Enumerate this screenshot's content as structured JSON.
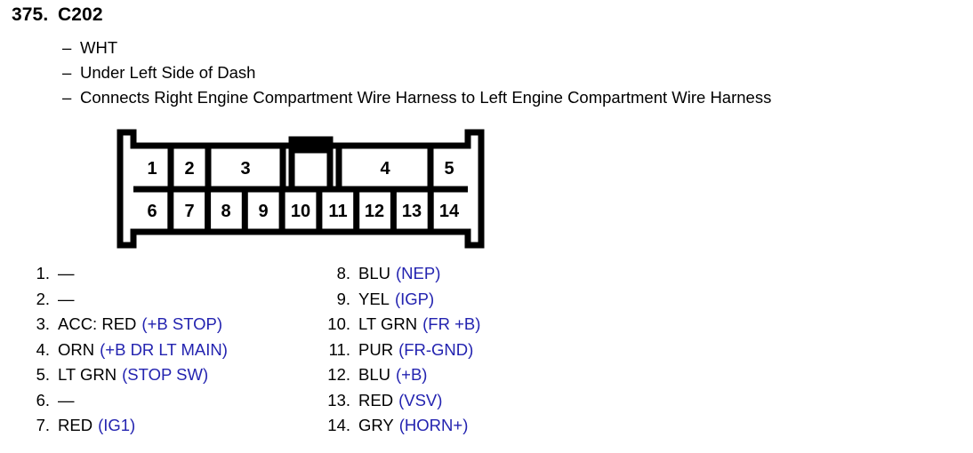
{
  "header": {
    "number": "375.",
    "name": "C202",
    "bullets": [
      "WHT",
      "Under Left Side of Dash",
      "Connects Right Engine Compartment Wire Harness to Left Engine Compartment Wire Harness"
    ],
    "dash": "–"
  },
  "connector": {
    "top_cells": [
      {
        "label": "1",
        "span": 1
      },
      {
        "label": "2",
        "span": 1
      },
      {
        "label": "3",
        "span": 2
      },
      {
        "label": "4",
        "span": 2
      },
      {
        "label": "5",
        "span": 1
      }
    ],
    "bottom_cells": [
      "6",
      "7",
      "8",
      "9",
      "10",
      "11",
      "12",
      "13",
      "14"
    ],
    "keyway_label": "",
    "line_color": "#000000",
    "fill_color": "#ffffff"
  },
  "pins": {
    "empty_mark": "—",
    "left": [
      {
        "index": "1.",
        "color": "—",
        "signal": ""
      },
      {
        "index": "2.",
        "color": "—",
        "signal": ""
      },
      {
        "index": "3.",
        "color": "ACC: RED",
        "signal": "(+B STOP)"
      },
      {
        "index": "4.",
        "color": "ORN",
        "signal": "(+B DR LT MAIN)"
      },
      {
        "index": "5.",
        "color": "LT GRN",
        "signal": "(STOP SW)"
      },
      {
        "index": "6.",
        "color": "—",
        "signal": ""
      },
      {
        "index": "7.",
        "color": "RED",
        "signal": "(IG1)"
      }
    ],
    "right": [
      {
        "index": "8.",
        "color": "BLU",
        "signal": "(NEP)"
      },
      {
        "index": "9.",
        "color": "YEL",
        "signal": "(IGP)"
      },
      {
        "index": "10.",
        "color": "LT GRN",
        "signal": "(FR +B)"
      },
      {
        "index": "11.",
        "color": "PUR",
        "signal": "(FR-GND)"
      },
      {
        "index": "12.",
        "color": "BLU",
        "signal": "(+B)"
      },
      {
        "index": "13.",
        "color": "RED",
        "signal": "(VSV)"
      },
      {
        "index": "14.",
        "color": "GRY",
        "signal": "(HORN+)"
      }
    ]
  },
  "colors": {
    "signal_blue": "#2323b0",
    "text_black": "#000000",
    "background": "#ffffff"
  }
}
